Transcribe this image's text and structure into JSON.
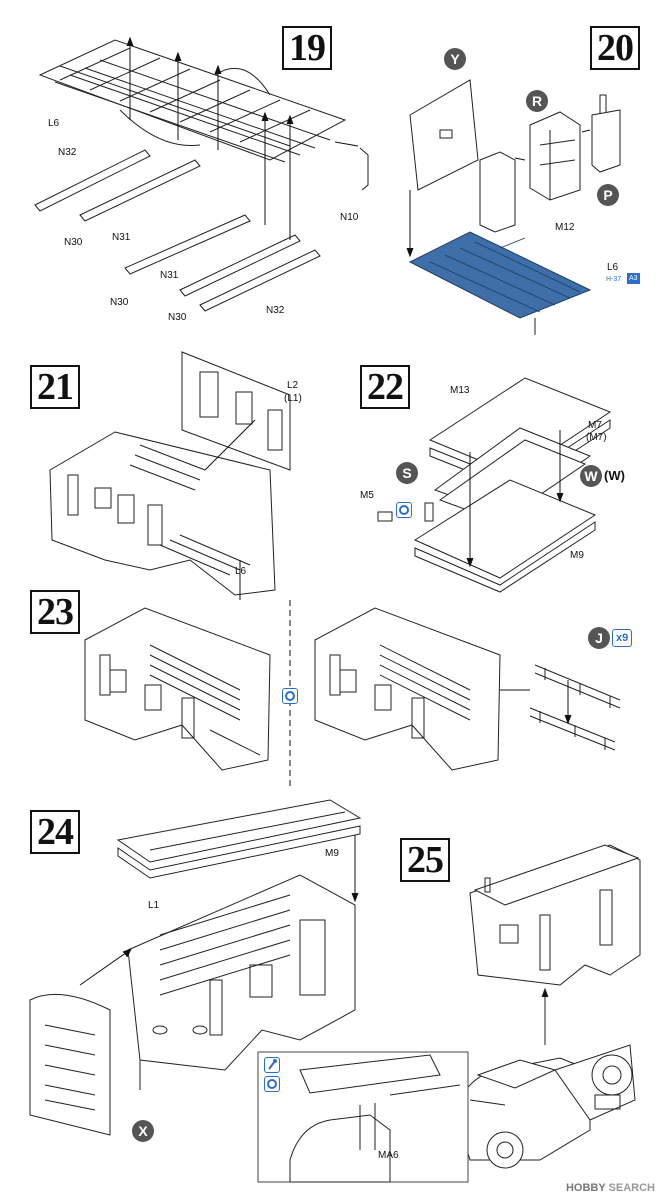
{
  "steps": [
    {
      "num": "19",
      "labels": [
        "L6",
        "N32",
        "N30",
        "N31",
        "N10",
        "N31",
        "N30",
        "N30",
        "N32"
      ]
    },
    {
      "num": "20",
      "labels": [
        "Y",
        "R",
        "P",
        "M12",
        "L6"
      ],
      "sub": "H-37",
      "badge": "A3"
    },
    {
      "num": "21",
      "labels": [
        "L2",
        "(L1)",
        "L6"
      ]
    },
    {
      "num": "22",
      "labels": [
        "M13",
        "M7",
        "(M7)",
        "S",
        "W",
        "(W)",
        "M5",
        "M9"
      ]
    },
    {
      "num": "23",
      "labels": [
        "J"
      ],
      "multiplier": "x9"
    },
    {
      "num": "24",
      "labels": [
        "M9",
        "L1",
        "X"
      ]
    },
    {
      "num": "25",
      "labels": [
        "MA6"
      ]
    }
  ],
  "watermark": {
    "brand": "HOBBY",
    "suffix": "SEARCH"
  },
  "colors": {
    "accent_blue": "#2a6fc9",
    "frame_blue": "#3e6fa8",
    "ink": "#111111"
  },
  "icons": [
    "glue-icon",
    "paint-icon"
  ]
}
